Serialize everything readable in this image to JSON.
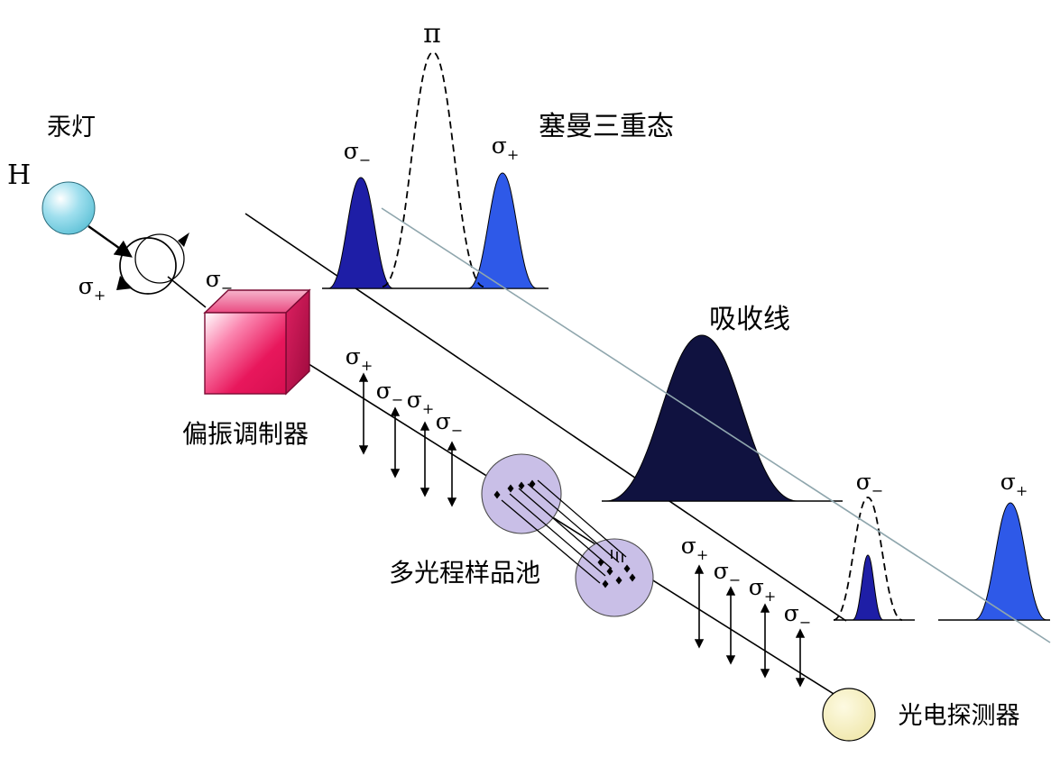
{
  "labels": {
    "h": "H",
    "mercury_lamp": "汞灯",
    "polarization_modulator": "偏振调制器",
    "zeeman_triplet": "塞曼三重态",
    "absorption_line": "吸收线",
    "multipass_cell": "多光程样品池",
    "photodetector": "光电探测器",
    "pi": "π",
    "sigma": "σ",
    "sub_plus": "+",
    "sub_minus": "−"
  },
  "colors": {
    "lamp": "#9fdfee",
    "modulator_front": "#e8175c",
    "sigma_minus_peak": "#1e1ea6",
    "sigma_plus_peak": "#2e59e8",
    "absorption_peak": "#101240",
    "sample_cell": "#c9bfe7",
    "detector": "#f6f1c3",
    "cross_line": "#8fa6ad"
  }
}
